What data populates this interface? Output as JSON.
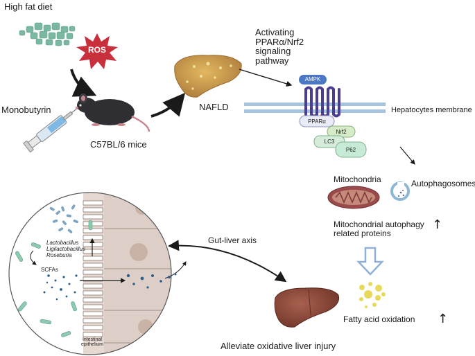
{
  "labels": {
    "high_fat_diet": "High fat diet",
    "ros": "ROS",
    "monobutyrin": "Monobutyrin",
    "mice": "C57BL/6 mice",
    "nafld": "NAFLD",
    "pathway": "Activating\nPPARα/Nrf2\nsignaling\npathway",
    "membrane": "Hepatocytes membrane",
    "ampk": "AMPK",
    "ppara": "PPARα",
    "nrf2": "Nrf2",
    "lc3": "LC3",
    "p62": "P62",
    "mitochondria": "Mitochondria",
    "autophagosomes": "Autophagosomes",
    "mito_autophagy": "Mitochondrial autophagy\nrelated proteins",
    "gut_liver_axis": "Gut-liver axis",
    "lactobacillus": "Lactobacillus",
    "ligilactobacillus": "Ligilactobacillus",
    "roseburia": "Roseburia",
    "scfas": "SCFAs",
    "intestinal_epithelium": "Intestinal\nepithelium",
    "fatty_acid_oxidation": "Fatty acid oxidation",
    "alleviate": "Alleviate oxidative liver injury",
    "up_arrow": "↑"
  },
  "colors": {
    "diet_pellets": "#7ab8a1",
    "ros_burst": "#c8313c",
    "fatty_liver": "#c79a4a",
    "healthy_liver": "#8b4a3c",
    "membrane": "#a7c4de",
    "ampk": "#4a78c4",
    "receptor": "#4b3d8f",
    "ppara_pill": "#e9ecf7",
    "nrf2_pill": "#d6ecc8",
    "lc3_pill": "#d4ecd9",
    "p62_pill": "#c7ead6",
    "mitochondria": "#9a4a4a",
    "autophagosome": "#8eb7d4",
    "fatty_acid_drops": "#e7d95a",
    "gut_lumen": "#ffffff",
    "gut_tissue": "#e6d9d2",
    "bacteria": "#8ccbb1",
    "scfa_dots": "#2e5f8a",
    "hollow_arrow": "#8fb0d8"
  },
  "icons": [
    "diet-pellets-icon",
    "ros-burst-icon",
    "syringe-icon",
    "mouse-icon",
    "fatty-liver-icon",
    "receptor-icon",
    "mitochondria-icon",
    "autophagosome-icon",
    "fatty-acid-drops-icon",
    "healthy-liver-icon",
    "gut-magnifier-icon"
  ]
}
